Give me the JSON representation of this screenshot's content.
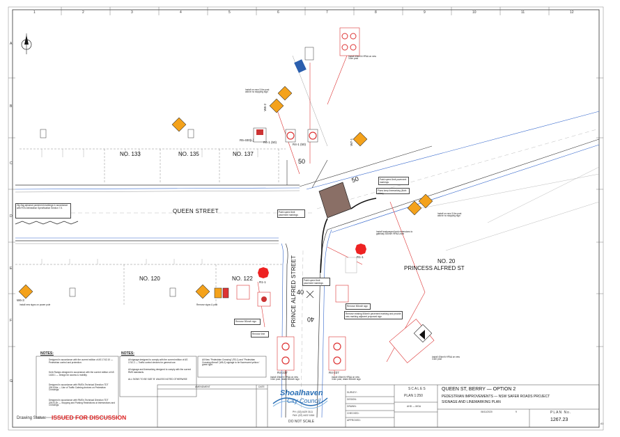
{
  "grid": {
    "cols": [
      "1",
      "2",
      "3",
      "4",
      "5",
      "6",
      "7",
      "8",
      "9",
      "10",
      "11",
      "12"
    ],
    "rows": [
      "A",
      "B",
      "C",
      "D",
      "E",
      "F",
      "G"
    ]
  },
  "streets": {
    "queen": "QUEEN STREET",
    "prince_alfred": "PRINCE ALFRED STREET",
    "princess_alfred": "NO. 20\nPRINCESS ALFRED ST"
  },
  "lots": {
    "no133": "NO. 133",
    "no135": "NO. 135",
    "no137": "NO. 137",
    "no120": "NO. 120",
    "no122": "NO. 122",
    "no20": "NO. 20",
    "princess": "PRINCESS ALFRED ST"
  },
  "speed_marks": {
    "s50a": "50",
    "s50b": "50",
    "s40a": "40",
    "s40b": "40"
  },
  "callouts": {
    "zigzag": "Zig Zag advance pavement markings in accordance with RTA Delineation Specification Section 7.5.",
    "new_post_top": "Install 40km/h HPAA on new 3.6m post",
    "new_3m_post": "Install on new 3.6m post above no stopping sign",
    "new_3m_post_right": "Install on new 3.6m post above no stopping sign",
    "point_speed_1": "Paint speed limit pavement markings",
    "point_speed_2": "Paint speed limit pavement markings",
    "point_speed_3": "Paint speed limit pavement markings",
    "plans_keep": "Plans keep linemarking (Both sides)",
    "landscaped": "Install landscaped kerb extensions to gateway 40km/h HPAA zone",
    "remove_50": "Remove 50km/h sign",
    "remove_existing": "Remove existing 50km/h pavement marking and provide new marking adjacent proposed sign",
    "remove_tree": "Remove tree",
    "install_new_post": "Install new signs on power pole",
    "remove_signs": "Remove signs & post",
    "remove_50b": "Remove 50km/h sign",
    "install_bottom1": "Install 40km/h HPAA on new 3.6m post, retain 50km/h sign",
    "install_bottom2": "Install 40km/h HPAA on new 3.6m post, retain 50km/h sign",
    "install_right": "Install 40km/h HPAA on new 3.6m post"
  },
  "sign_codes": {
    "r4_1a": "R4-1 (50)",
    "r4_1b": "R4-1 (50)",
    "r5_400": "R5-400(L)",
    "r1_1a": "R1-1",
    "r1_1b": "R1-1",
    "r4_237a": "R4-237",
    "r4_237b": "R4-237",
    "w6_3": "W6-3",
    "r6_2": "W6-2",
    "w7_1": "W7-1"
  },
  "notes1": {
    "title": "NOTES:",
    "items": [
      "Designed in accordance with the current edition of AS 1742.10 — Pedestrian control and protection.",
      "Kerb Ramps designed in accordance with the current edition of AS 1428.1 — Design for access & mobility.",
      "Designed in accordance with RMS's Technical Direction TDT 2001/04a — Use of Traffic Calming devices on Pedestrian Crossings.",
      "Designed in accordance with RMS's Technical Direction TDT 2002/12b — Stopping and Parking Restrictions at Intersections and Crossings."
    ]
  },
  "notes2": {
    "title": "NOTES:",
    "items": [
      "All signage designed to comply with the current edition of AS 1742.2 — Traffic control devices for general use.",
      "All signage and linemarking designed to comply with the current RMS standards.",
      "ALL SIGNS TO BE SIZE 'B' UNLESS NOTED OTHERWISE"
    ],
    "side_note": "All New \"Pedestrian Crossing\" (R3-1) and \"Pedestrian Crossing Ahead\" (W6-2) signage to be fluorescent yellow / green type."
  },
  "titleblock": {
    "amendment": "AMENDMENT",
    "date": "DATE",
    "council_line1": "Shoalhaven",
    "council_line2": "City Council",
    "ph": "PH: (02) 4429 3111",
    "fax": "FAX: (02) 4422 1816",
    "do_not_scale": "DO NOT SCALE",
    "scales": "SCALES",
    "plan_scale": "PLAN 1:250",
    "datum": "AHD — MGA",
    "title1": "QUEEN ST, BERRY — OPTION 2",
    "title2": "PEDESTRIAN IMPROVEMENTS — NSW SAFER ROADS PROJECT",
    "title3": "SIGNAGE AND LINEMARKING PLAN",
    "plan_no_label": "PLAN No.",
    "plan_no": "1267.23",
    "sheet_no": "9",
    "survey": "SURVEY:",
    "design": "DESIGN:",
    "drawn": "DRAWN:",
    "checked": "CHECKED:",
    "approved": "APPROVED:",
    "date_value": "06/11/2020",
    "revision": "A1"
  },
  "status": {
    "label": "Drawing Status:",
    "value": "ISSUED FOR DISCUSSION"
  }
}
